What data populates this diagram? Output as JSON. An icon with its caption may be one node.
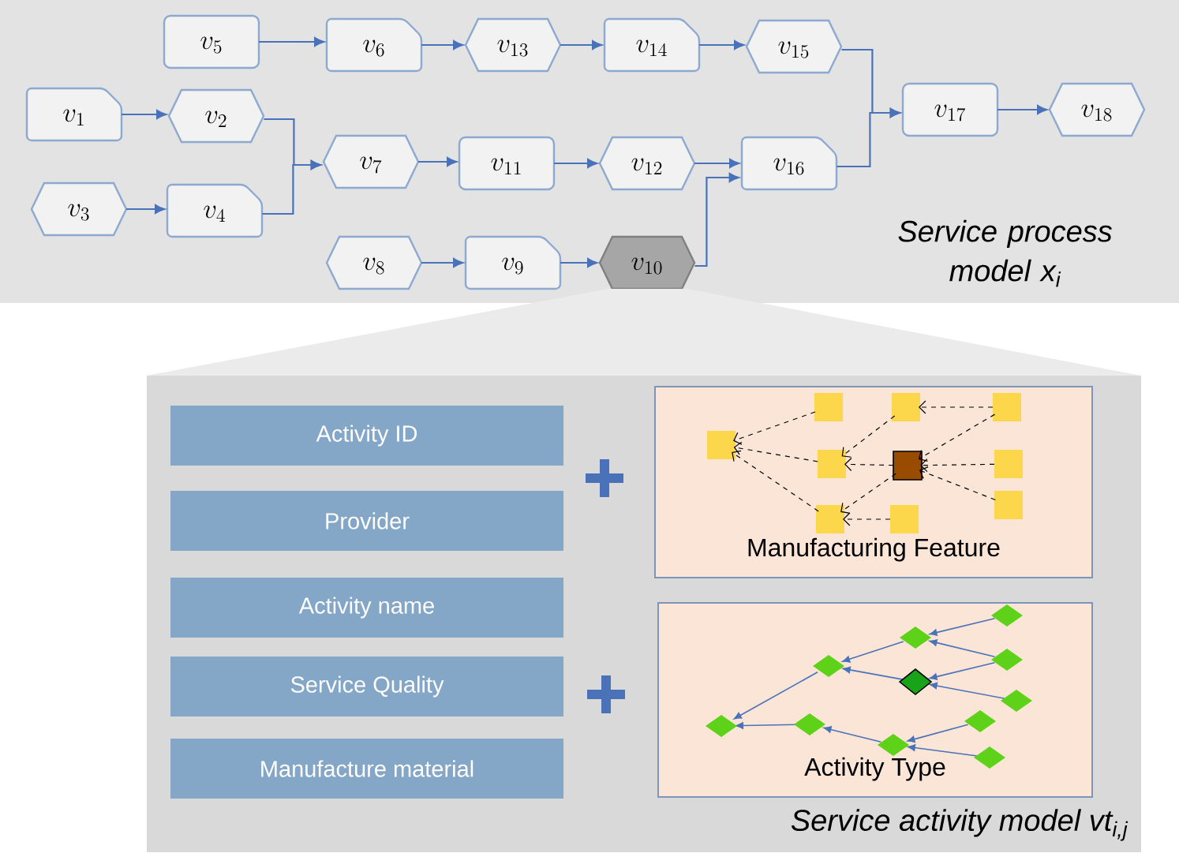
{
  "diagram": {
    "nodes": [
      {
        "text": [
          "Service process model x$_{i}$"
        ]
      },
      {
        "text": [
          "v_{1}"
        ],
        "in": 0
      },
      {
        "text": [
          "v_{2}"
        ],
        "in": 0
      },
      {
        "text": [
          "v_{3}"
        ],
        "in": 0
      },
      {
        "text": [
          "v_{4}"
        ],
        "in": 0
      },
      {
        "text": [
          "v_{5}"
        ],
        "in": 0
      },
      {
        "text": [
          "v_{6}"
        ],
        "in": 0
      },
      {
        "text": [
          "v_{7}"
        ],
        "in": 0
      },
      {
        "text": [
          "v_{8}"
        ],
        "in": 0
      },
      {
        "text": [
          "v_{9}"
        ],
        "in": 0
      },
      {
        "text": [
          "v_{10}"
        ],
        "in": 0
      },
      {
        "text": [
          "v_{11}"
        ],
        "in": 0
      },
      {
        "text": [
          "v_{12}"
        ],
        "in": 0
      },
      {
        "text": [
          "v_{13}"
        ],
        "in": 0
      },
      {
        "text": [
          "v_{14}"
        ],
        "in": 0
      },
      {
        "text": [
          "v_{15}"
        ],
        "in": 0
      },
      {
        "text": [
          "v_{16}"
        ],
        "in": 0
      },
      {
        "text": [
          "v_{17}"
        ],
        "in": 0
      },
      {
        "text": [
          "v_{18}"
        ],
        "in": 0
      },
      {
        "text": [
          "Service activity model vt$_{i,j}$"
        ]
      },
      {
        "text": [
          "Activity ID"
        ],
        "in": 19
      },
      {
        "text": [
          "Provider"
        ],
        "in": 19
      },
      {
        "text": [
          "Activity name"
        ],
        "in": 19
      },
      {
        "text": [
          "Service Quality"
        ],
        "in": 19
      },
      {
        "text": [
          "Manufacture material"
        ],
        "in": 19
      },
      {
        "text": [
          "Manufacturing Feature"
        ],
        "in": 19
      },
      {
        "text": [
          "Activity Type"
        ],
        "in": 19
      }
    ],
    "edges": [
      {
        "from": 5,
        "to": 6,
        "arrow": "to"
      },
      {
        "from": 6,
        "to": 13,
        "arrow": "to"
      },
      {
        "from": 13,
        "to": 14,
        "arrow": "to"
      },
      {
        "from": 14,
        "to": 15,
        "arrow": "to"
      },
      {
        "from": 1,
        "to": 2,
        "arrow": "to"
      },
      {
        "from": 3,
        "to": 4,
        "arrow": "to"
      },
      {
        "from": 2,
        "to": 7,
        "arrow": "to"
      },
      {
        "from": 4,
        "to": 7,
        "arrow": "to"
      },
      {
        "from": 7,
        "to": 11,
        "arrow": "to"
      },
      {
        "from": 11,
        "to": 12,
        "arrow": "to"
      },
      {
        "from": 12,
        "to": 16,
        "arrow": "to"
      },
      {
        "from": 10,
        "to": 16,
        "arrow": "to"
      },
      {
        "from": 15,
        "to": 17,
        "arrow": "to"
      },
      {
        "from": 16,
        "to": 17,
        "arrow": "to"
      },
      {
        "from": 17,
        "to": 18,
        "arrow": "to"
      },
      {
        "from": 8,
        "to": 9,
        "arrow": "to"
      },
      {
        "from": 9,
        "to": 10,
        "arrow": "to"
      }
    ]
  }
}
